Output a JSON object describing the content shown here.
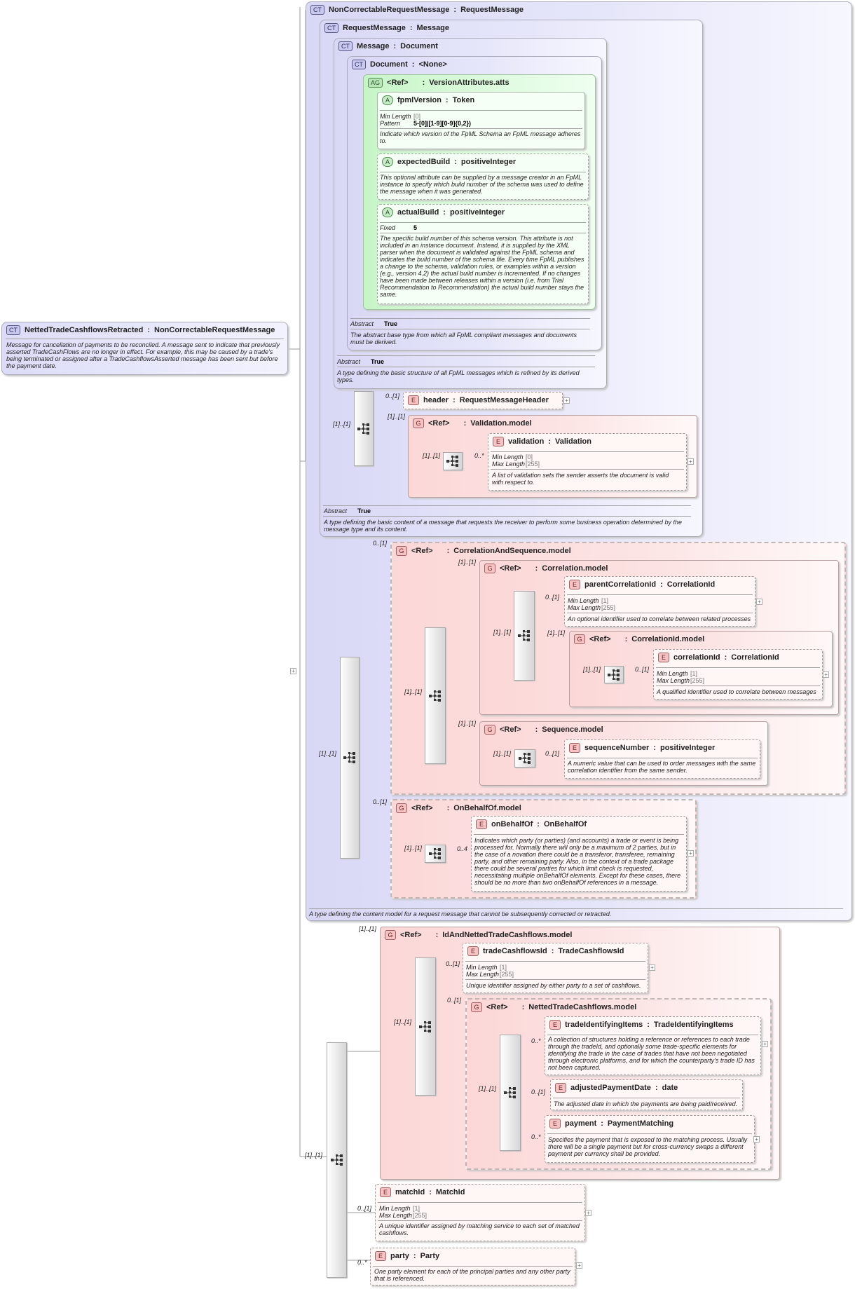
{
  "root": {
    "name": "NettedTradeCashflowsRetracted",
    "type": "NonCorrectableRequestMessage",
    "doc": "Message for cancellation of payments to be reconciled. A message sent to indicate that previously asserted TradeCashFlows are no longer in effect. For example, this may be caused by a trade's being terminated or assigned after a TradeCashflowsAsserted message has been sent but before the payment date."
  },
  "badges": {
    "ct": "CT",
    "ag": "AG",
    "a": "A",
    "g": "G",
    "e": "E"
  },
  "sep": ":",
  "ref_label": "<Ref>",
  "prop_labels": {
    "min_length": "Min Length",
    "max_length": "Max Length",
    "pattern": "Pattern",
    "fixed": "Fixed",
    "abstract": "Abstract"
  },
  "ct_ncrm": {
    "name": "NonCorrectableRequestMessage",
    "type": "RequestMessage",
    "doc": "A type defining the content model for a request message that cannot be subsequently corrected or retracted."
  },
  "ct_rm": {
    "name": "RequestMessage",
    "type": "Message",
    "abstract": "True",
    "doc": "A type defining the basic content of a message that requests the receiver to perform some business operation determined by the message type and its content."
  },
  "ct_msg": {
    "name": "Message",
    "type": "Document",
    "abstract": "True",
    "doc": "A type defining the basic structure of all FpML messages which is refined by its derived types."
  },
  "ct_doc": {
    "name": "Document",
    "type": "<None>",
    "abstract": "True",
    "doc": "The abstract base type from which all FpML compliant messages and documents must be derived."
  },
  "ag_version": {
    "name": "VersionAttributes.atts"
  },
  "attr_fpml": {
    "name": "fpmlVersion",
    "type": "Token",
    "min_length": "[0]",
    "pattern": "5-[0]|[1-9][0-9]{0,2})",
    "doc": "Indicate which version of the FpML Schema an FpML message adheres to."
  },
  "attr_expected": {
    "name": "expectedBuild",
    "type": "positiveInteger",
    "doc": "This optional attribute can be supplied by a message creator in an FpML instance to specify which build number of the schema was used to define the message when it was generated."
  },
  "attr_actual": {
    "name": "actualBuild",
    "type": "positiveInteger",
    "fixed": "5",
    "doc": "The specific build number of this schema version. This attribute is not included in an instance document. Instead, it is supplied by the XML parser when the document is validated against the FpML schema and indicates the build number of the schema file. Every time FpML publishes a change to the schema, validation rules, or examples within a version (e.g., version 4.2) the actual build number is incremented. If no changes have been made between releases within a version (i.e. from Trial Recommendation to Recommendation) the actual build number stays the same."
  },
  "el_header": {
    "name": "header",
    "type": "RequestMessageHeader"
  },
  "g_validation": {
    "name": "Validation.model"
  },
  "el_validation": {
    "name": "validation",
    "type": "Validation",
    "min_length": "[0]",
    "max_length": "[255]",
    "doc": "A list of validation sets the sender asserts the document is valid with respect to."
  },
  "g_corrseq": {
    "name": "CorrelationAndSequence.model"
  },
  "g_corr": {
    "name": "Correlation.model"
  },
  "el_parentcorr": {
    "name": "parentCorrelationId",
    "type": "CorrelationId",
    "min_length": "[1]",
    "max_length": "[255]",
    "doc": "An optional identifier used to correlate between related processes"
  },
  "g_corrid": {
    "name": "CorrelationId.model"
  },
  "el_corrid": {
    "name": "correlationId",
    "type": "CorrelationId",
    "min_length": "[1]",
    "max_length": "[255]",
    "doc": "A qualified identifier used to correlate between messages"
  },
  "g_seq": {
    "name": "Sequence.model"
  },
  "el_seqnum": {
    "name": "sequenceNumber",
    "type": "positiveInteger",
    "doc": "A numeric value that can be used to order messages with the same correlation identifier from the same sender."
  },
  "g_obo": {
    "name": "OnBehalfOf.model"
  },
  "el_obo": {
    "name": "onBehalfOf",
    "type": "OnBehalfOf",
    "doc": "Indicates which party (or parties) (and accounts) a trade or event is being processed for. Normally there will only be a maximum of 2 parties, but in the case of a novation there could be a transferor, transferee, remaining party, and other remaining party. Also, in the context of a trade package there could be several parties for which limit check is requested, necessitating multiple onBehalfOf elements. Except for these cases, there should be no more than two onBehalfOf references in a message."
  },
  "g_idnetted": {
    "name": "IdAndNettedTradeCashflows.model"
  },
  "el_tcfid": {
    "name": "tradeCashflowsId",
    "type": "TradeCashflowsId",
    "min_length": "[1]",
    "max_length": "[255]",
    "doc": "Unique identifier assigned by either party to a set of cashflows."
  },
  "g_netted": {
    "name": "NettedTradeCashflows.model"
  },
  "el_tii": {
    "name": "tradeIdentifyingItems",
    "type": "TradeIdentifyingItems",
    "doc": "A collection of structures holding a reference or references to each trade through the tradeId, and optionally some trade-specific elements for identifying the trade in the case of trades that have not been negotiated through electronic platforms, and for which the counterparty's trade ID has not been captured."
  },
  "el_apd": {
    "name": "adjustedPaymentDate",
    "type": "date",
    "doc": "The adjusted date in which the payments are being paid/received."
  },
  "el_payment": {
    "name": "payment",
    "type": "PaymentMatching",
    "doc": "Specifies the payment that is exposed to the matching process. Usually there will be a single payment but for cross-currency swaps a different payment per currency shall be provided."
  },
  "el_matchid": {
    "name": "matchId",
    "type": "MatchId",
    "min_length": "[1]",
    "max_length": "[255]",
    "doc": "A unique identifier assigned by matching service to each set of matched cashflows."
  },
  "el_party": {
    "name": "party",
    "type": "Party",
    "doc": "One party element for each of the principal parties and any other party that is referenced."
  },
  "card": {
    "c11": "[1]..[1]",
    "c01": "0..[1]",
    "c0n": "0..*",
    "c04": "0..4"
  }
}
